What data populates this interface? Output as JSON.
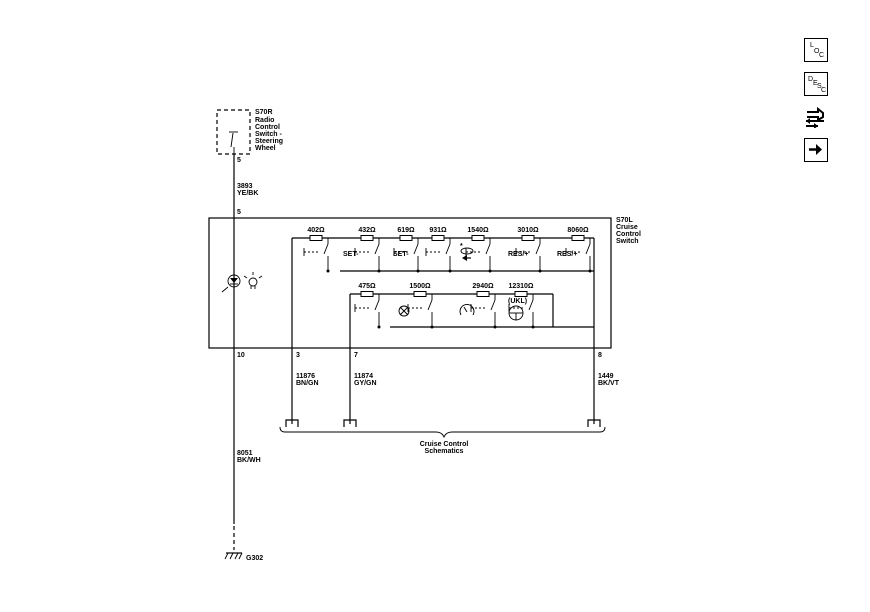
{
  "components": {
    "radio_switch": {
      "id": "S70R",
      "desc": [
        "Radio",
        "Control",
        "Switch -",
        "Steering",
        "Wheel"
      ],
      "pin": "5"
    },
    "cruise_switch": {
      "id": "S70L",
      "desc": [
        "Cruise",
        "Control",
        "Switch"
      ]
    },
    "ground": {
      "id": "G302"
    }
  },
  "wires": {
    "w1": {
      "circuit": "3893",
      "color": "YE/BK"
    },
    "w2": {
      "circuit": "8051",
      "color": "BK/WH"
    },
    "w3": {
      "circuit": "11876",
      "color": "BN/GN"
    },
    "w4": {
      "circuit": "11874",
      "color": "GY/GN"
    },
    "w5": {
      "circuit": "1449",
      "color": "BK/VT"
    }
  },
  "pins": {
    "top": "5",
    "p10": "10",
    "p3": "3",
    "p7": "7",
    "p8": "8"
  },
  "resistors_top": [
    "402Ω",
    "432Ω",
    "619Ω",
    "931Ω",
    "1540Ω",
    "3010Ω",
    "8060Ω"
  ],
  "switch_labels_top": [
    "SET-",
    "SET-",
    "RES/+",
    "RES/+"
  ],
  "resistors_bottom": [
    "475Ω",
    "1500Ω",
    "2940Ω",
    "12310Ω"
  ],
  "ukl_label": "(UKL)",
  "bottom_label": [
    "Cruise Control",
    "Schematics"
  ],
  "nav": {
    "loc": [
      "L",
      "O",
      "C"
    ],
    "desc": [
      "D",
      "E",
      "S",
      "C"
    ]
  }
}
